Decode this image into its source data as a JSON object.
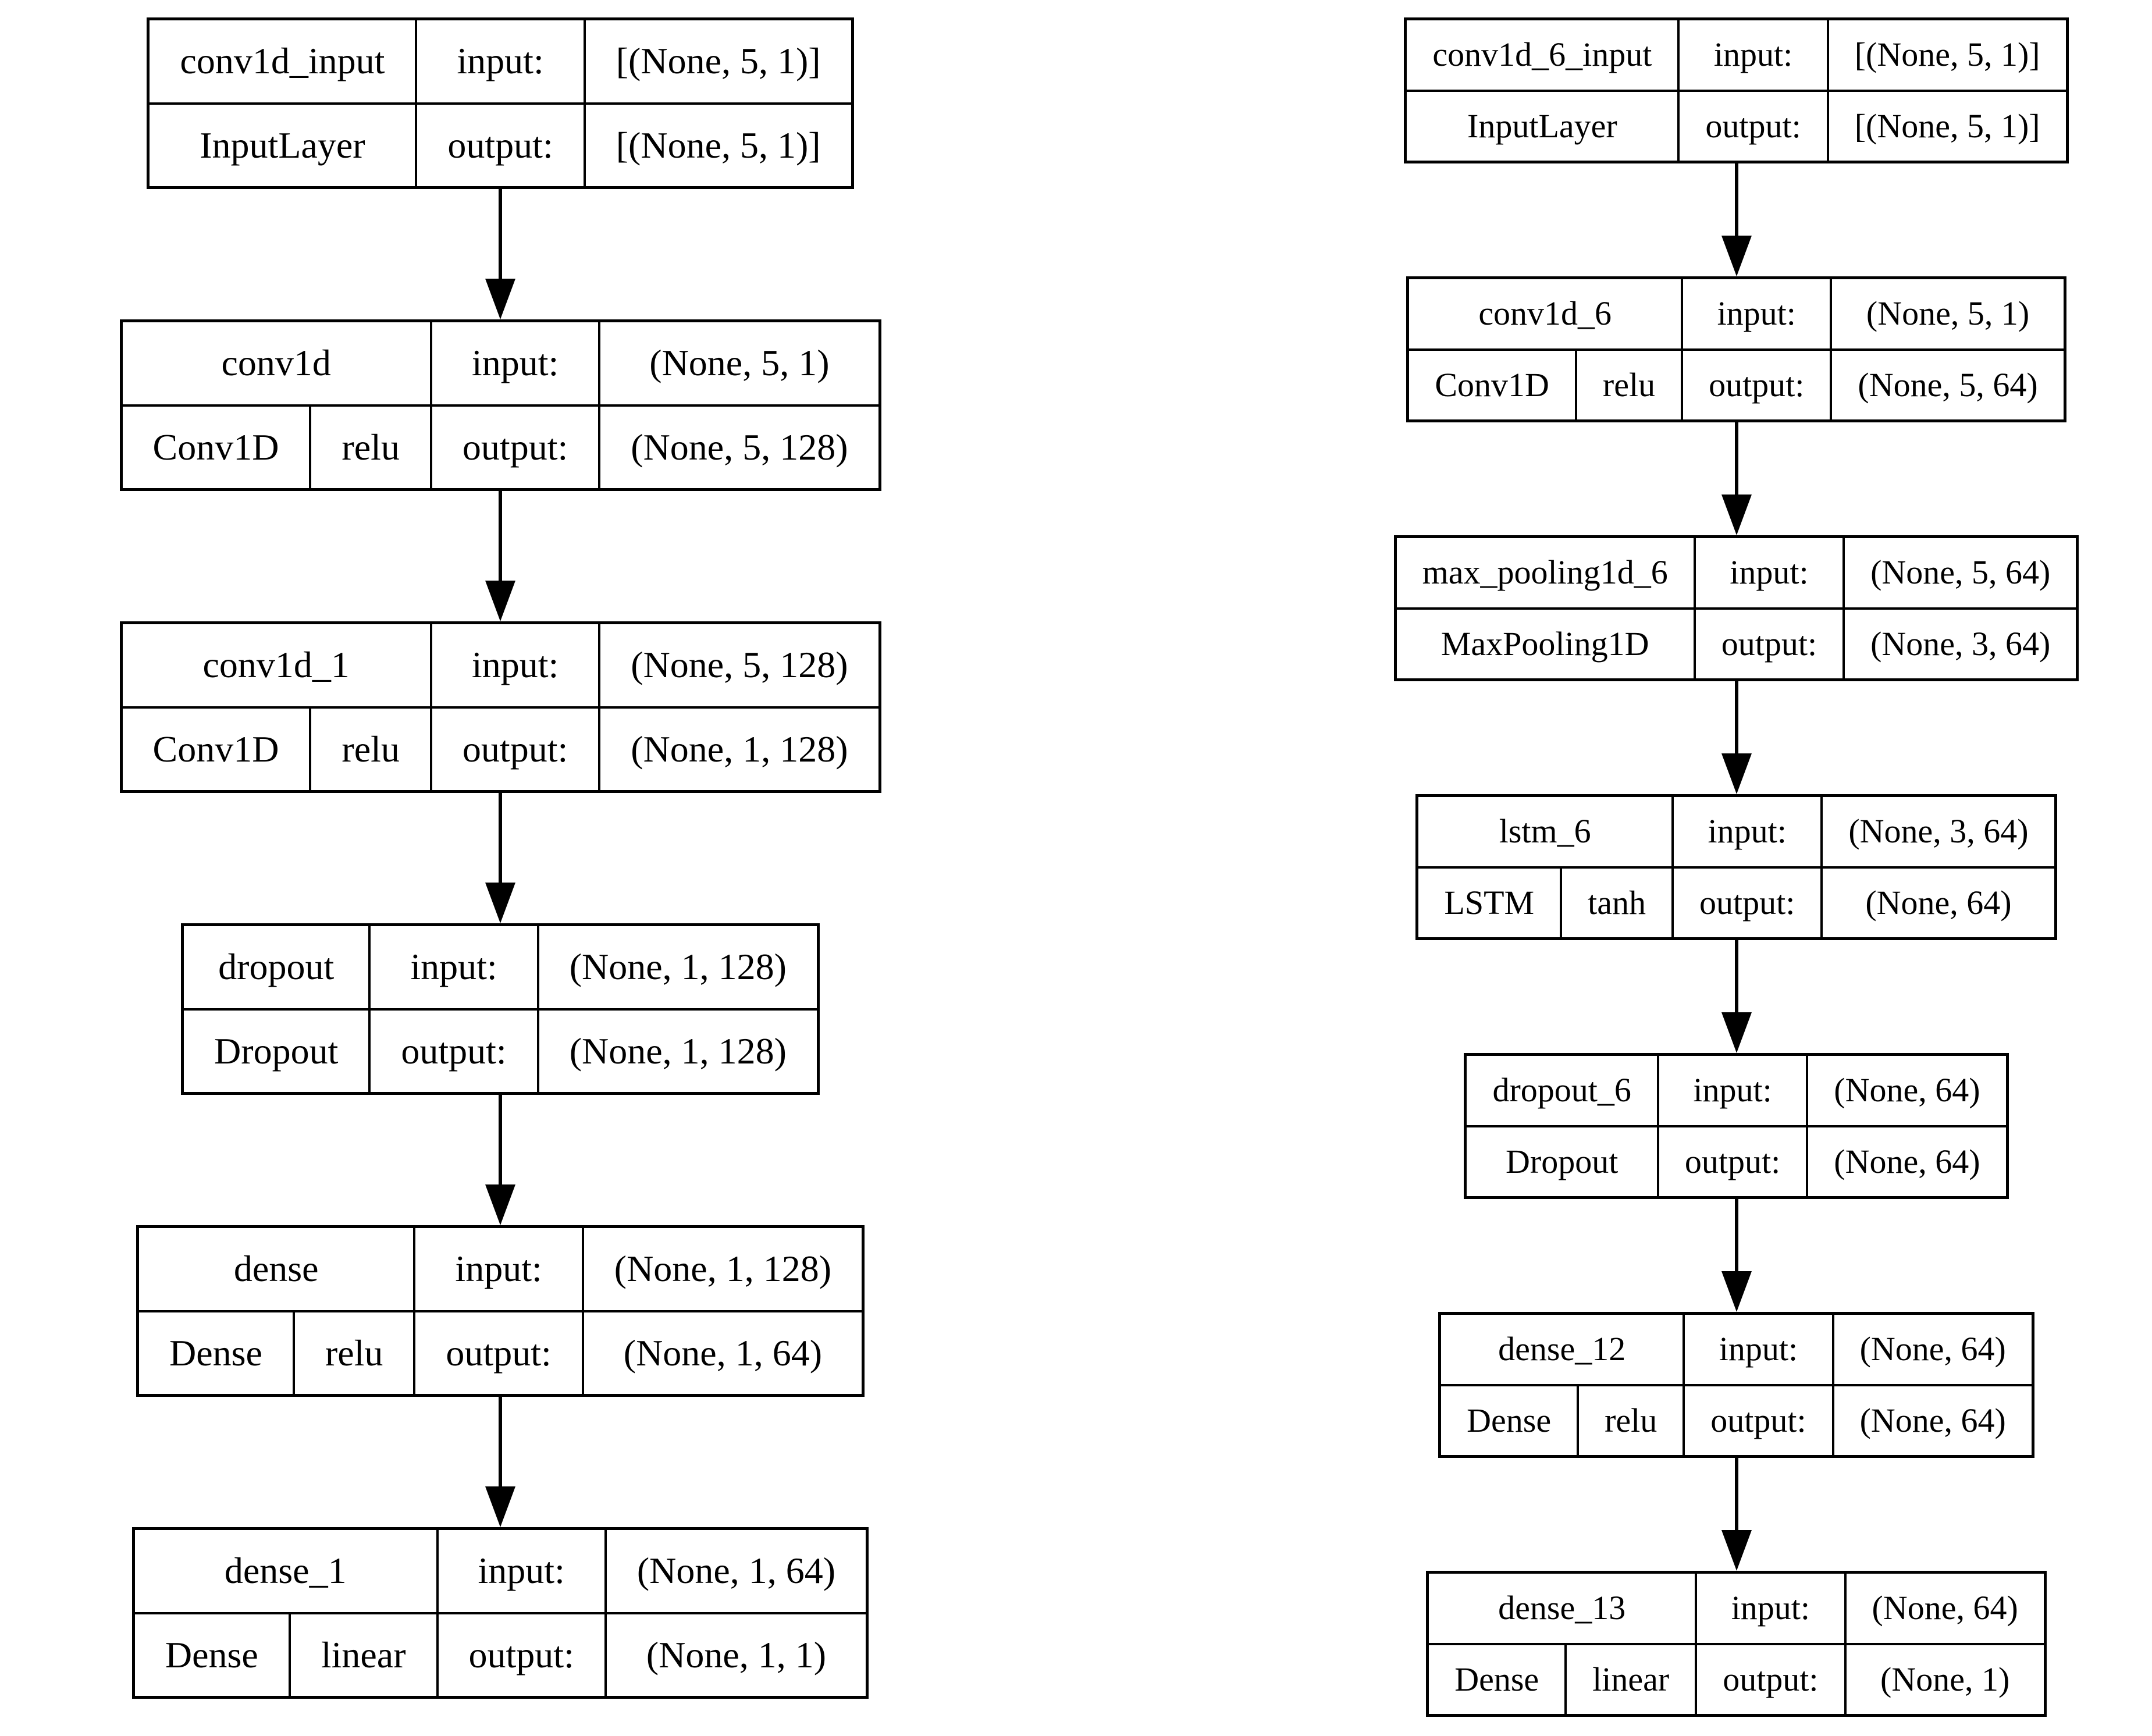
{
  "labels": {
    "input": "input:",
    "output": "output:"
  },
  "colors": {
    "border": "#000000",
    "background": "#ffffff",
    "text": "#000000"
  },
  "diagrams": [
    {
      "id": "cnn-model",
      "nodes": [
        {
          "layer_name": "conv1d_input",
          "layer_class": "InputLayer",
          "activation": null,
          "input_shape": "[(None, 5, 1)]",
          "output_shape": "[(None, 5, 1)]"
        },
        {
          "layer_name": "conv1d",
          "layer_class": "Conv1D",
          "activation": "relu",
          "input_shape": "(None, 5, 1)",
          "output_shape": "(None, 5, 128)"
        },
        {
          "layer_name": "conv1d_1",
          "layer_class": "Conv1D",
          "activation": "relu",
          "input_shape": "(None, 5, 128)",
          "output_shape": "(None, 1, 128)"
        },
        {
          "layer_name": "dropout",
          "layer_class": "Dropout",
          "activation": null,
          "input_shape": "(None, 1, 128)",
          "output_shape": "(None, 1, 128)"
        },
        {
          "layer_name": "dense",
          "layer_class": "Dense",
          "activation": "relu",
          "input_shape": "(None, 1, 128)",
          "output_shape": "(None, 1, 64)"
        },
        {
          "layer_name": "dense_1",
          "layer_class": "Dense",
          "activation": "linear",
          "input_shape": "(None, 1, 64)",
          "output_shape": "(None, 1, 1)"
        }
      ]
    },
    {
      "id": "cnn-lstm-model",
      "nodes": [
        {
          "layer_name": "conv1d_6_input",
          "layer_class": "InputLayer",
          "activation": null,
          "input_shape": "[(None, 5, 1)]",
          "output_shape": "[(None, 5, 1)]"
        },
        {
          "layer_name": "conv1d_6",
          "layer_class": "Conv1D",
          "activation": "relu",
          "input_shape": "(None, 5, 1)",
          "output_shape": "(None, 5, 64)"
        },
        {
          "layer_name": "max_pooling1d_6",
          "layer_class": "MaxPooling1D",
          "activation": null,
          "input_shape": "(None, 5, 64)",
          "output_shape": "(None, 3, 64)"
        },
        {
          "layer_name": "lstm_6",
          "layer_class": "LSTM",
          "activation": "tanh",
          "input_shape": "(None, 3, 64)",
          "output_shape": "(None, 64)"
        },
        {
          "layer_name": "dropout_6",
          "layer_class": "Dropout",
          "activation": null,
          "input_shape": "(None, 64)",
          "output_shape": "(None, 64)"
        },
        {
          "layer_name": "dense_12",
          "layer_class": "Dense",
          "activation": "relu",
          "input_shape": "(None, 64)",
          "output_shape": "(None, 64)"
        },
        {
          "layer_name": "dense_13",
          "layer_class": "Dense",
          "activation": "linear",
          "input_shape": "(None, 64)",
          "output_shape": "(None, 1)"
        }
      ]
    }
  ]
}
